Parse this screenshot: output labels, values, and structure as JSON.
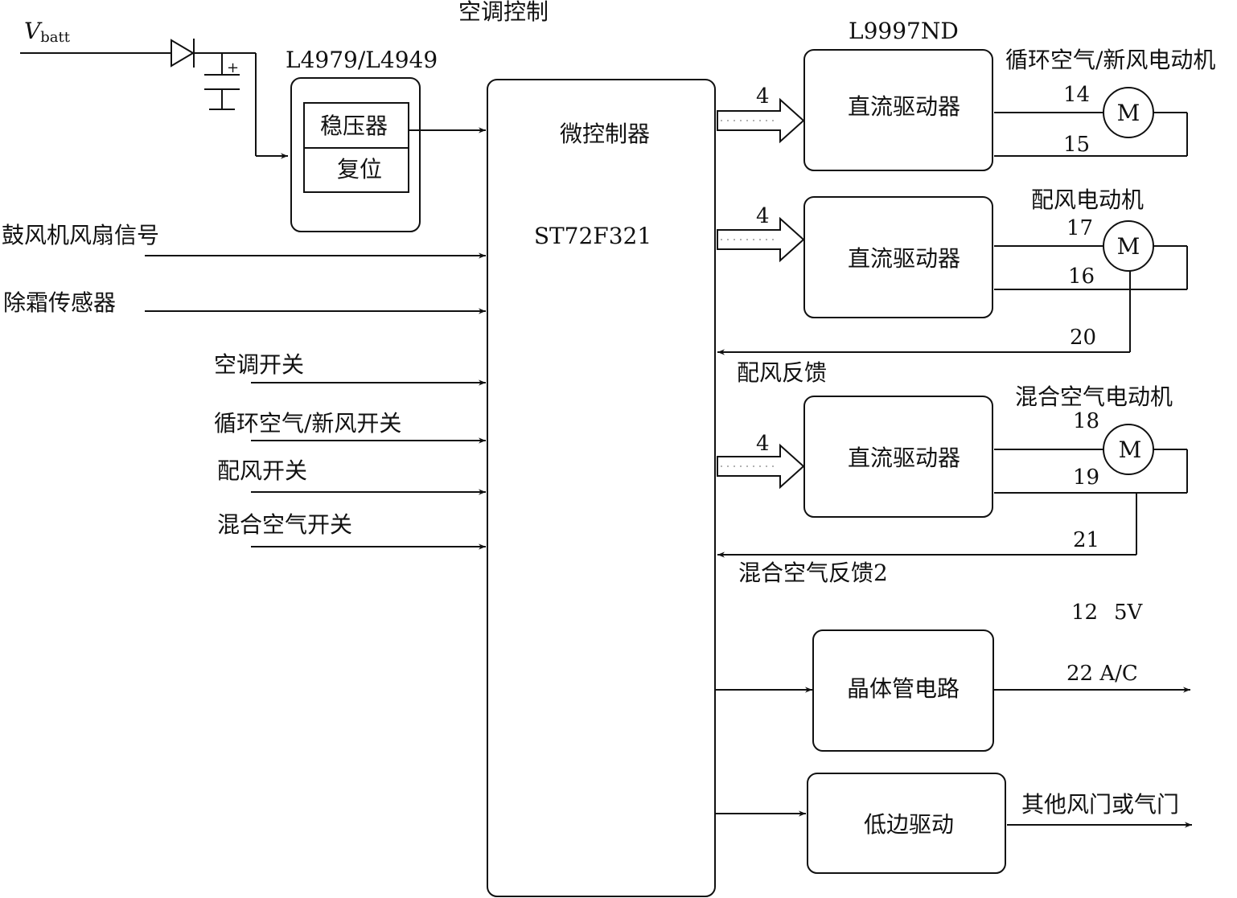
{
  "title": "空调控制",
  "vbatt": {
    "main": "V",
    "sub": "batt"
  },
  "regulator": {
    "part": "L4979/L4949",
    "top": "稳压器",
    "bottom": "复位"
  },
  "mcu": {
    "name": "微控制器",
    "part": "ST72F321"
  },
  "inputs": [
    "鼓风机风扇信号",
    "除霜传感器",
    "空调开关",
    "循环空气/新风开关",
    "配风开关",
    "混合空气开关"
  ],
  "driver_part": "L9997ND",
  "bus_width": "4",
  "drivers": [
    {
      "label": "直流驱动器",
      "motor_title": "循环空气/新风电动机",
      "pin_a": "14",
      "pin_b": "15"
    },
    {
      "label": "直流驱动器",
      "motor_title": "配风电动机",
      "pin_a": "17",
      "pin_b": "16",
      "feedback_pin": "20",
      "feedback_label": "配风反馈"
    },
    {
      "label": "直流驱动器",
      "motor_title": "混合空气电动机",
      "pin_a": "18",
      "pin_b": "19",
      "feedback_pin": "21",
      "feedback_label": "混合空气反馈2"
    }
  ],
  "motor_symbol": "M",
  "supply": {
    "pin": "12",
    "voltage": "5V"
  },
  "transistor": {
    "label": "晶体管电路",
    "output": "22 A/C"
  },
  "lowside": {
    "label": "低边驱动",
    "output": "其他风门或气门"
  }
}
